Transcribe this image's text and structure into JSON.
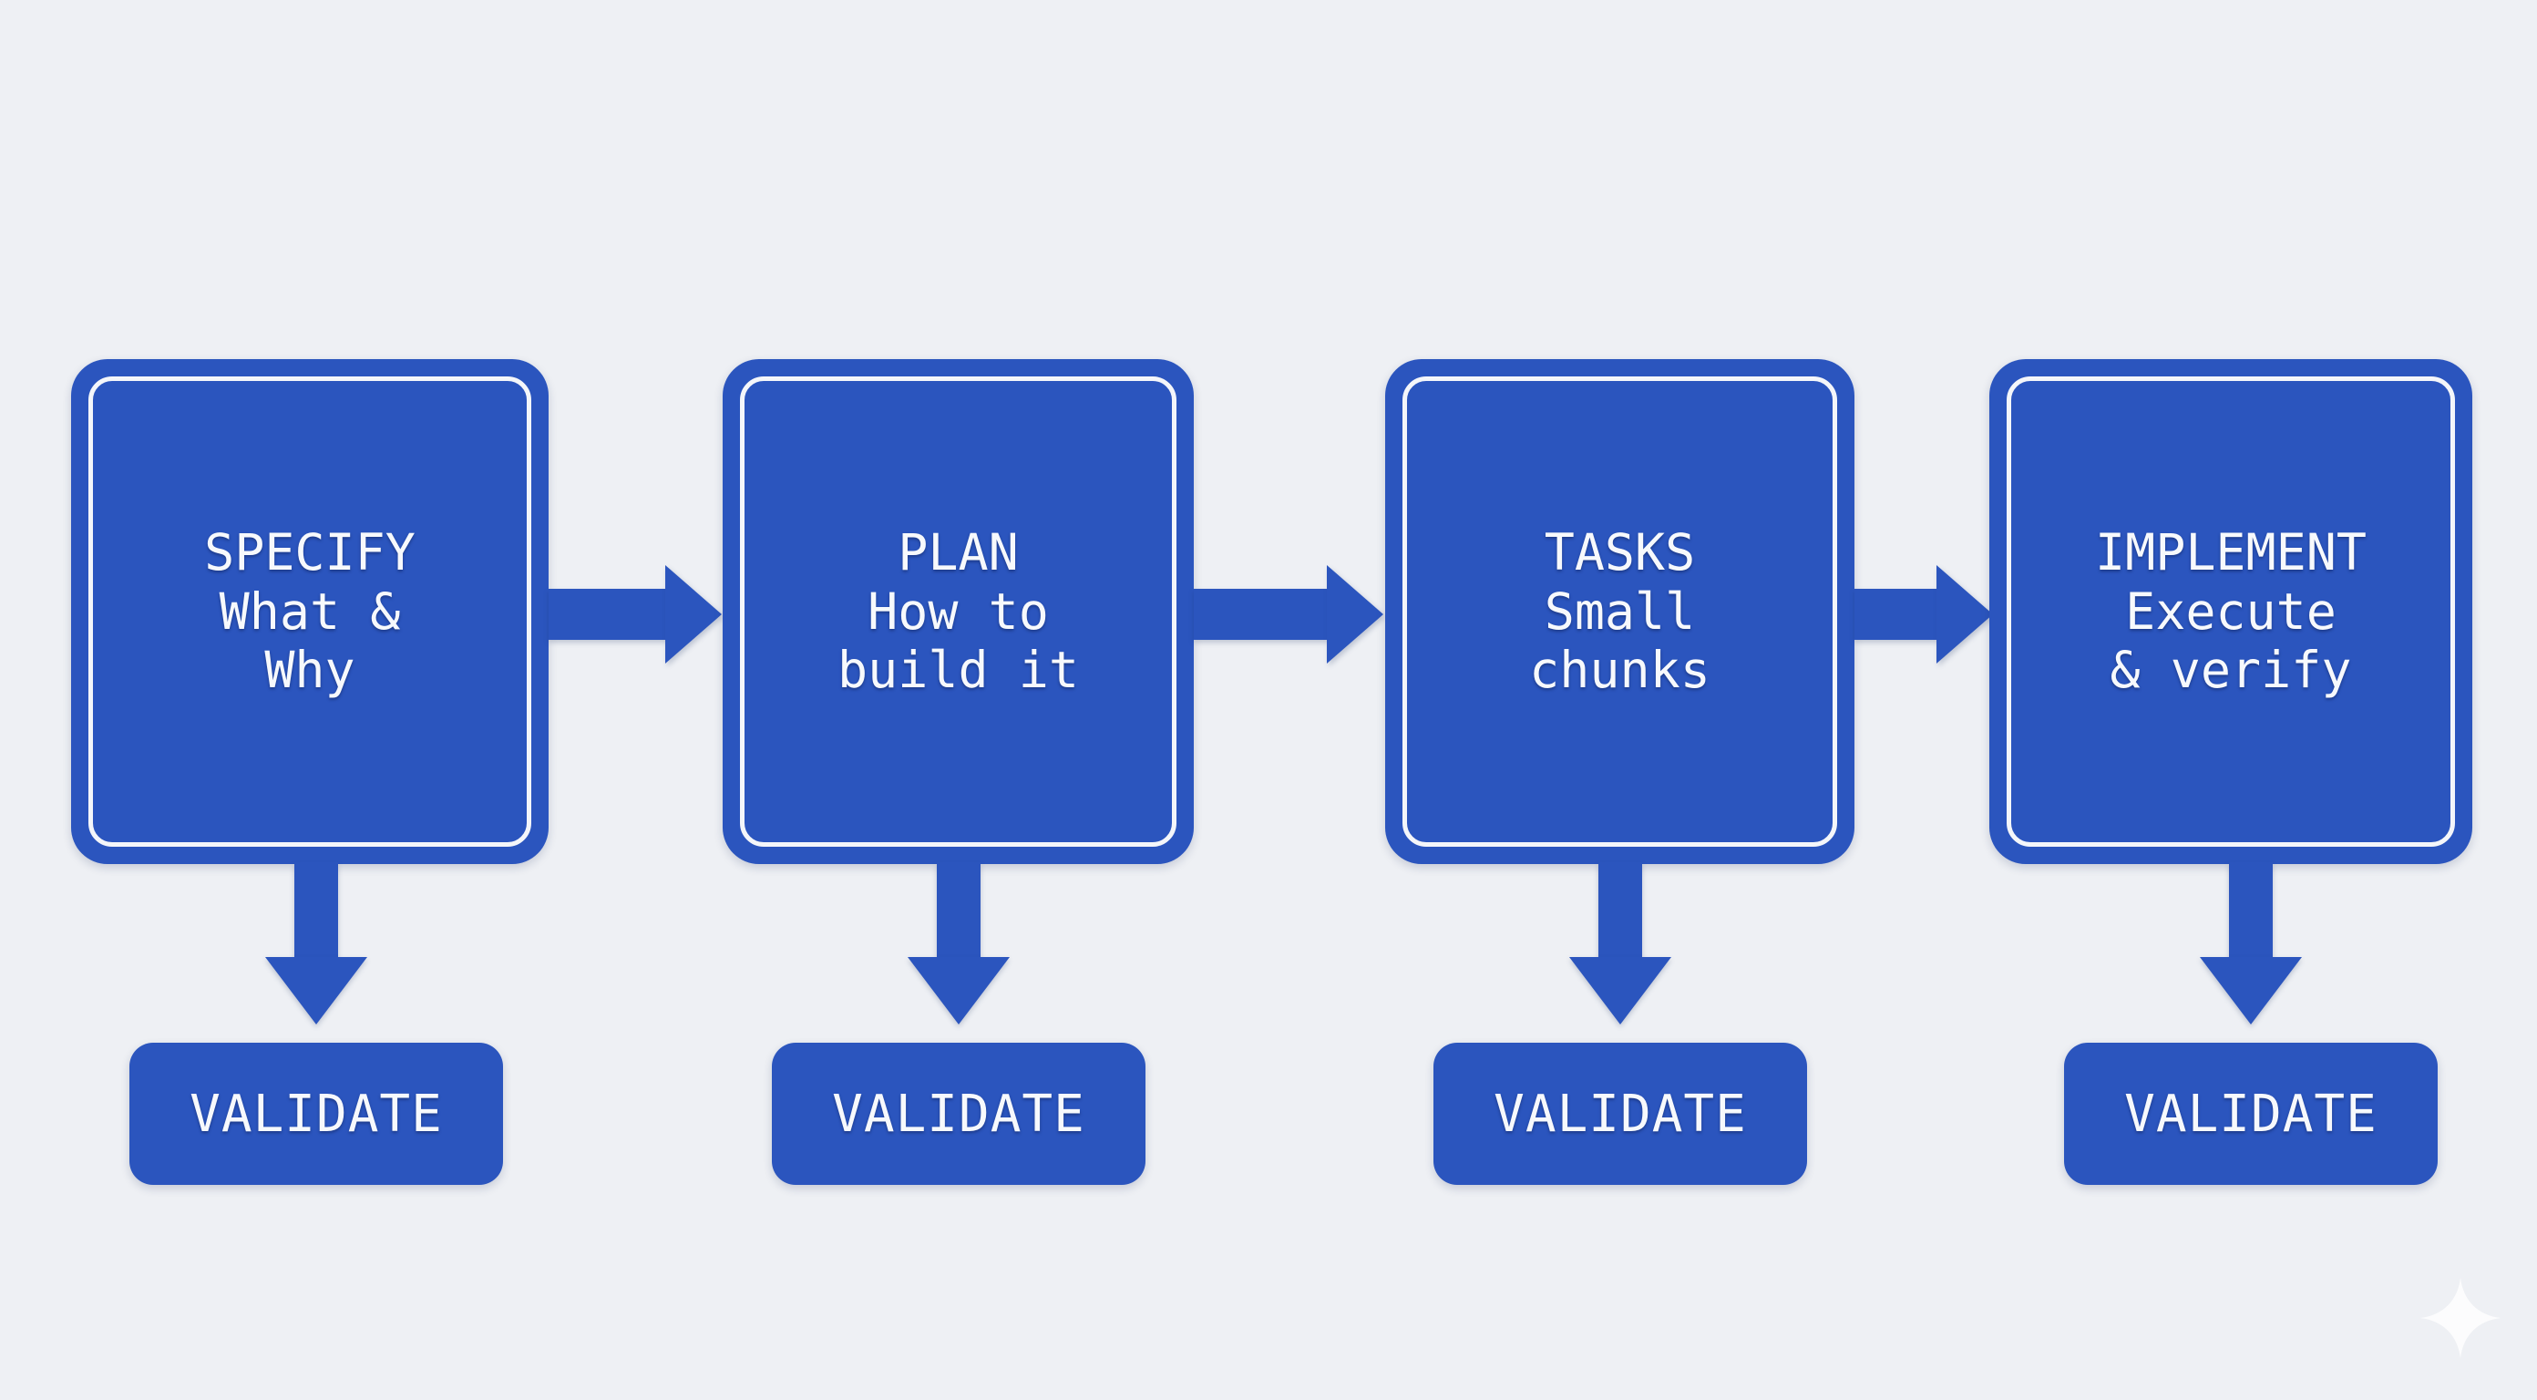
{
  "theme": {
    "background": "#eef0f4",
    "accent": "#2b55be",
    "text_on_accent": "#f7f9fc",
    "inner_border": "#f4f6fa"
  },
  "diagram": {
    "type": "flow",
    "orientation": "left-to-right",
    "steps": [
      {
        "title": "SPECIFY",
        "line2": "What &",
        "line3": "Why",
        "validate": "VALIDATE"
      },
      {
        "title": "PLAN",
        "line2": "How to",
        "line3": "build it",
        "validate": "VALIDATE"
      },
      {
        "title": "TASKS",
        "line2": "Small",
        "line3": "chunks",
        "validate": "VALIDATE"
      },
      {
        "title": "IMPLEMENT",
        "line2": "Execute",
        "line3": "& verify",
        "validate": "VALIDATE"
      }
    ],
    "connectors": {
      "between_steps": "arrow-right",
      "step_to_validate": "arrow-down",
      "count_between_steps": 3,
      "count_step_to_validate": 4
    },
    "watermark": "sparkle-icon"
  }
}
